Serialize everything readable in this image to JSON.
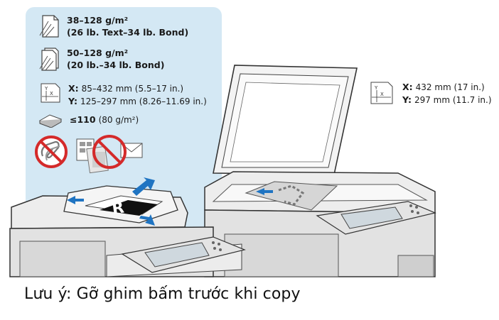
{
  "specs": {
    "paper_weight_1": {
      "line1": "38–128 g/m²",
      "line2": "(26 lb. Text–34 lb. Bond)"
    },
    "paper_weight_2": {
      "line1": "50–128 g/m²",
      "line2": "(20 lb.–34 lb. Bond)"
    },
    "doc_size": {
      "x_label": "X:",
      "x_value": "85–432 mm (5.5–17 in.)",
      "y_label": "Y:",
      "y_value": "125–297 mm (8.26–11.69 in.)"
    },
    "capacity": {
      "count": "≤110",
      "weight": "(80 g/m²)"
    }
  },
  "glass_spec": {
    "x_label": "X:",
    "x_value": "432 mm (17 in.)",
    "y_label": "Y:",
    "y_value": "297 mm (11.7 in.)"
  },
  "icons": {
    "single_sheet": "single-sided-paper-icon",
    "double_sheet": "double-sided-paper-icon",
    "dimension": "x-y-dimension-icon",
    "stack": "paper-stack-icon",
    "no_clips": "no-paperclips-icon",
    "no_mixed": "no-mixed-documents-icon"
  },
  "caption": "Lưu ý: Gỡ ghim bấm trước khi copy",
  "colors": {
    "panel": "#d4e8f4",
    "arrow": "#1f74c2",
    "prohibit": "#d42a2a"
  }
}
